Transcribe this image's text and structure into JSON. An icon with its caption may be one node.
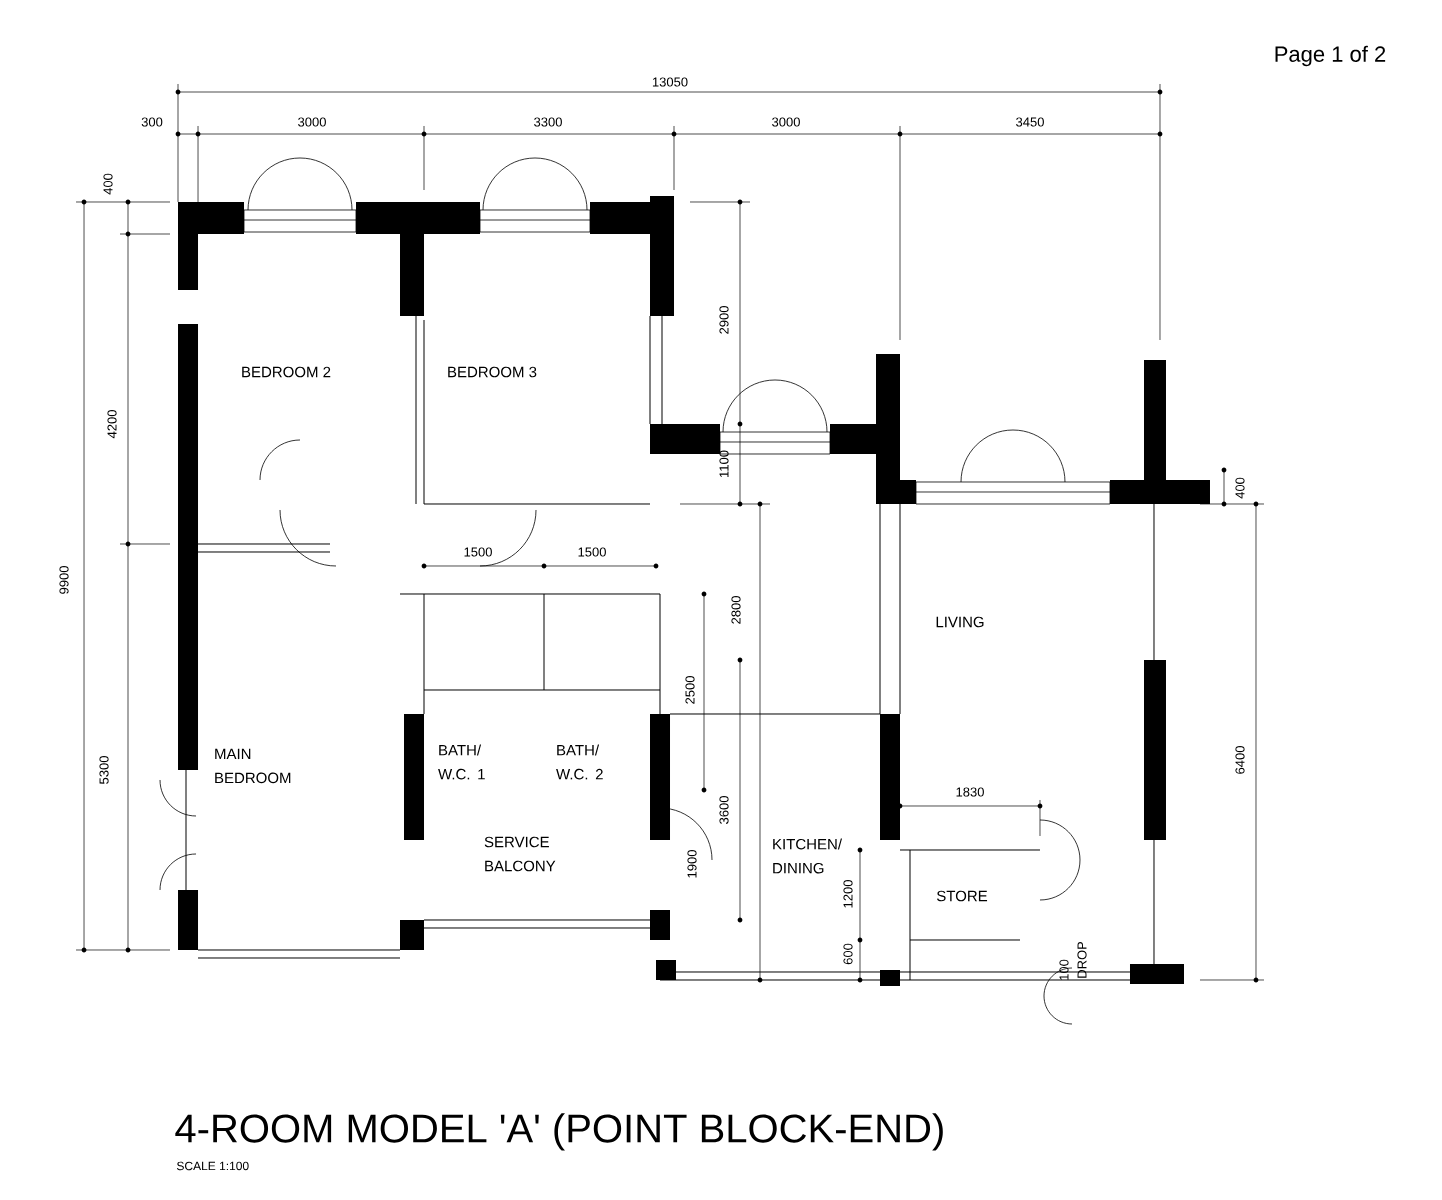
{
  "diagram": {
    "title": "4-ROOM MODEL 'A' (POINT BLOCK-END)",
    "caption": "SCALE 1:100",
    "labels": [
      "Page 1 of 2",
      "13050",
      "300",
      "3000",
      "3300",
      "3000",
      "3450",
      "400",
      "4200",
      "2900",
      "BEDROOM 2",
      "BEDROOM 3",
      "1100",
      "400",
      "9900",
      "1500",
      "1500",
      "2800",
      "LIVING",
      "2500",
      "5300",
      "MAIN BEDROOM",
      "BATH/ W.C. 1",
      "BATH/ W.C. 2",
      "3600",
      "6400",
      "1830",
      "SERVICE BALCONY",
      "1900",
      "KITCHEN/ DINING",
      "1200",
      "STORE",
      "600",
      "100",
      "DROP"
    ]
  }
}
